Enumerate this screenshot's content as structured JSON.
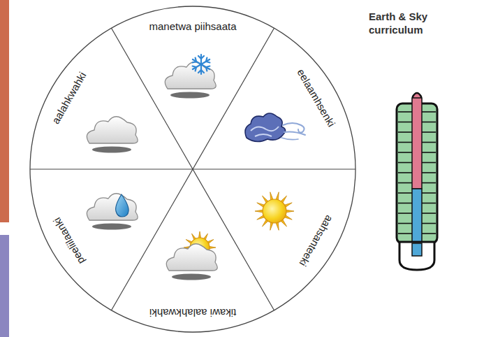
{
  "diagram": {
    "title": "Earth & Sky curriculum",
    "nodes": [
      {
        "text": [
          "manetwa piihsaata"
        ]
      },
      {
        "text": [
          "eelaamhsenki"
        ]
      },
      {
        "text": [
          "aahsanteeki"
        ]
      },
      {
        "text": [
          "tikawi aalahkwahki"
        ]
      },
      {
        "text": [
          "peeliilaanki"
        ]
      },
      {
        "text": [
          "aalahkwahki"
        ]
      }
    ]
  }
}
